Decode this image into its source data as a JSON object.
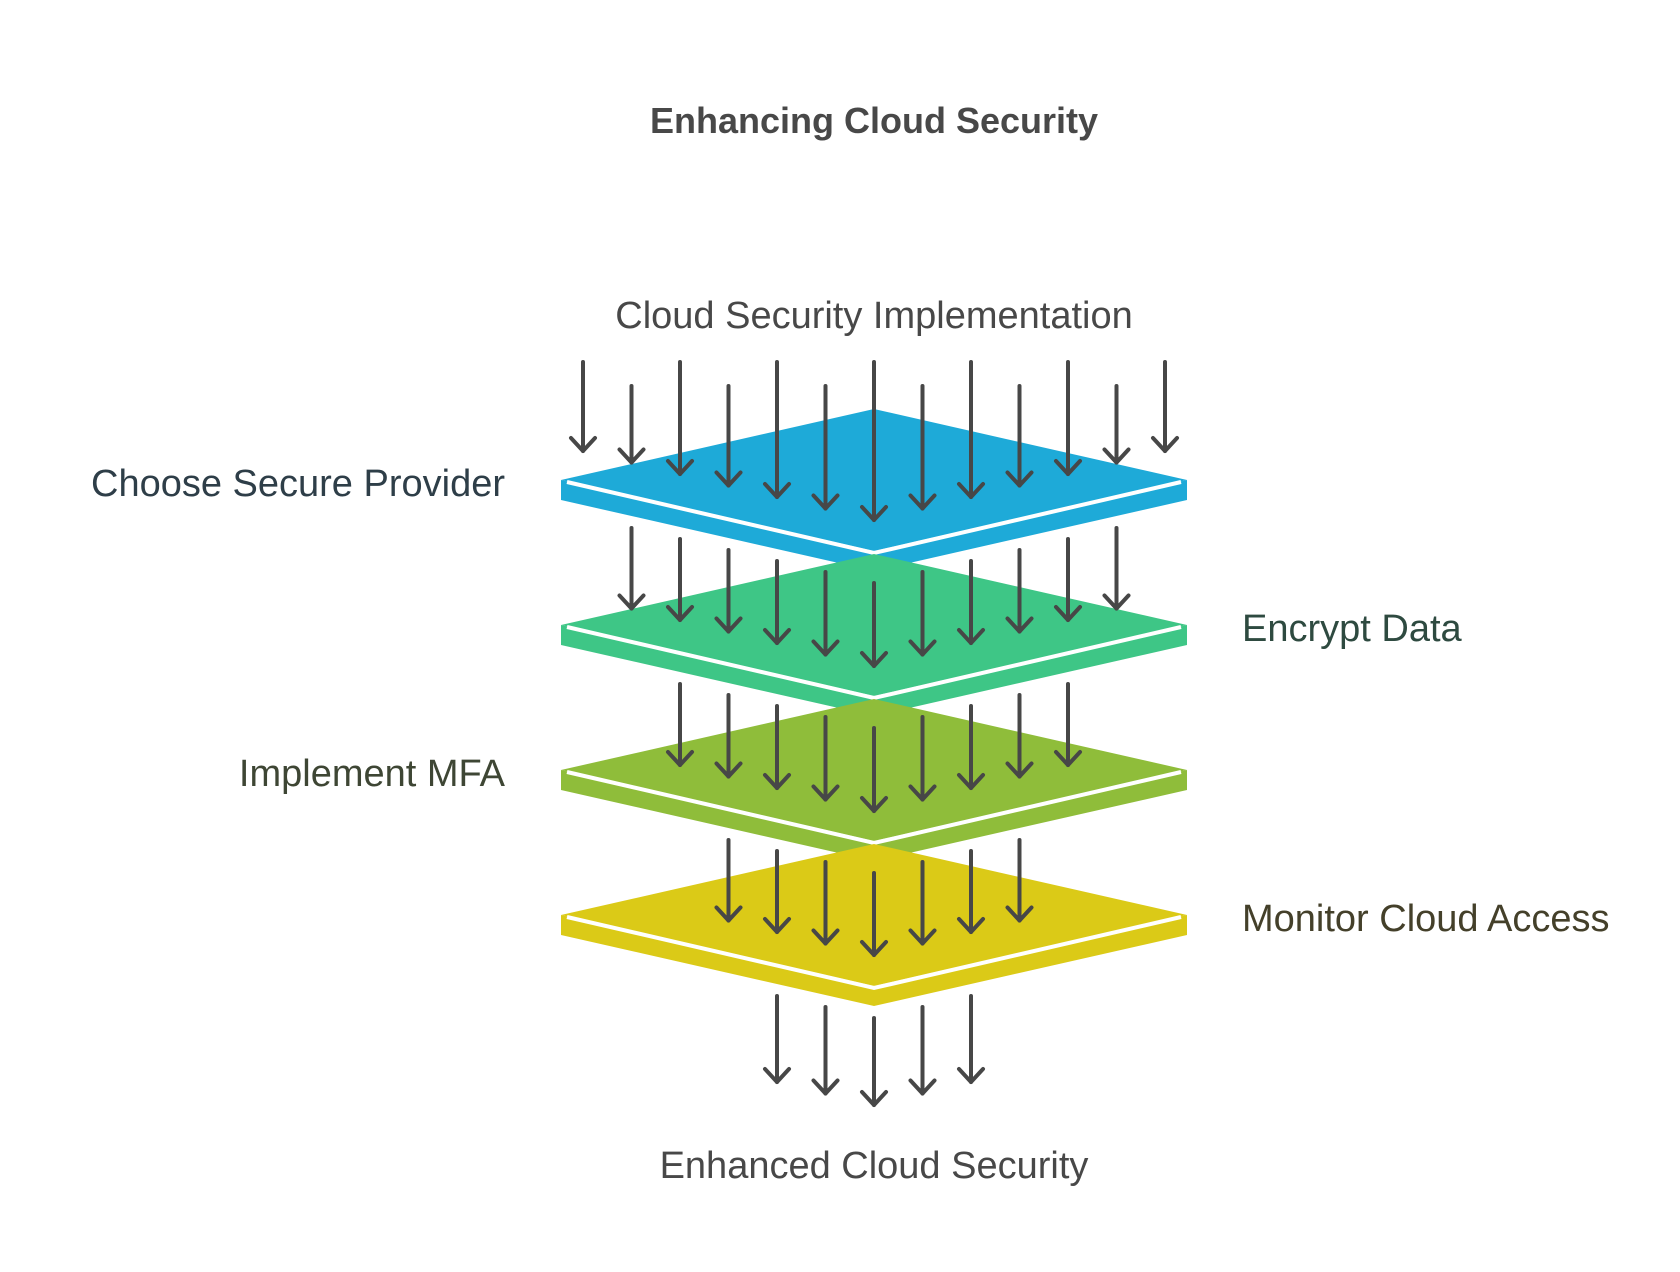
{
  "title": "Enhancing Cloud Security",
  "input_label": "Cloud Security Implementation",
  "output_label": "Enhanced Cloud Security",
  "layers": [
    {
      "label": "Choose Secure Provider",
      "side": "left",
      "color": "#1eaad8",
      "label_color": "#2e3e48"
    },
    {
      "label": "Encrypt Data",
      "side": "right",
      "color": "#3ec686",
      "label_color": "#2e4a40"
    },
    {
      "label": "Implement MFA",
      "side": "left",
      "color": "#8fbd3a",
      "label_color": "#3e4634"
    },
    {
      "label": "Monitor Cloud Access",
      "side": "right",
      "color": "#dbca17",
      "label_color": "#44402a"
    }
  ],
  "arrow_counts": {
    "input": 13,
    "after_layer_1": 11,
    "after_layer_2": 9,
    "after_layer_3": 7,
    "output": 5
  },
  "arrow_color": "#474747"
}
